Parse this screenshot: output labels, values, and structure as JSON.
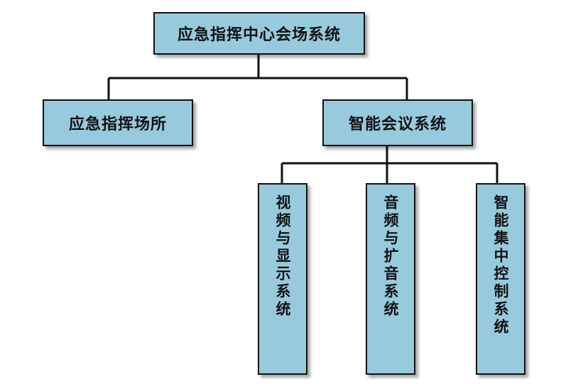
{
  "colors": {
    "box_fill": "#98cadd",
    "line": "#111111"
  },
  "root": {
    "label": "应急指挥中心会场系统"
  },
  "left": {
    "label": "应急指挥场所"
  },
  "right": {
    "label": "智能会议系统"
  },
  "leaves": [
    {
      "label": "视频与显示系统"
    },
    {
      "label": "音频与扩音系统"
    },
    {
      "label": "智能集中控制系统"
    }
  ]
}
